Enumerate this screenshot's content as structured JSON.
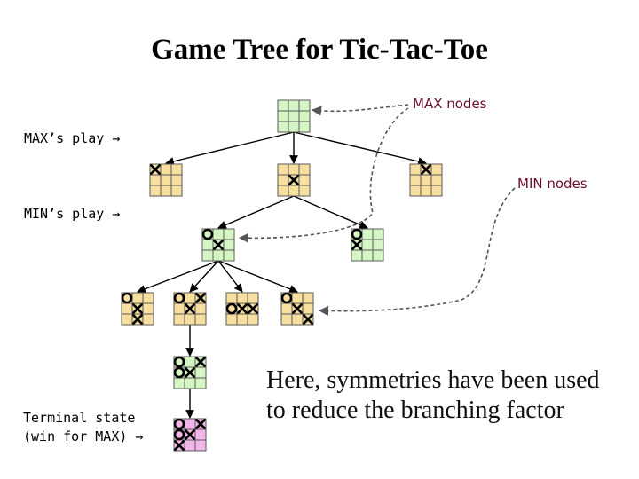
{
  "title": "Game Tree for Tic-Tac-Toe",
  "labels": {
    "max_play": "MAX’s play →",
    "min_play": "MIN’s play →",
    "terminal_line1": "Terminal state",
    "terminal_line2": "(win for MAX) →",
    "max_nodes": "MAX nodes",
    "min_nodes": "MIN nodes"
  },
  "footnote": "Here, symmetries have been used to reduce the branching factor",
  "colors": {
    "max_node_fill": "#d6f5c4",
    "min_node_fill": "#f7dfa0",
    "terminal_fill": "#f3b6ea",
    "annotation": "#6b0f2a"
  },
  "nodes": [
    {
      "id": "root",
      "type": "max",
      "marks": []
    },
    {
      "id": "m1",
      "type": "min",
      "marks": [
        {
          "r": 0,
          "c": 0,
          "p": "X"
        }
      ]
    },
    {
      "id": "m2",
      "type": "min",
      "marks": [
        {
          "r": 1,
          "c": 1,
          "p": "X"
        }
      ]
    },
    {
      "id": "m3",
      "type": "min",
      "marks": [
        {
          "r": 0,
          "c": 1,
          "p": "X"
        }
      ]
    },
    {
      "id": "n1",
      "type": "max",
      "marks": [
        {
          "r": 0,
          "c": 0,
          "p": "O"
        },
        {
          "r": 1,
          "c": 1,
          "p": "X"
        }
      ]
    },
    {
      "id": "n2",
      "type": "max",
      "marks": [
        {
          "r": 0,
          "c": 0,
          "p": "O"
        },
        {
          "r": 1,
          "c": 0,
          "p": "X"
        }
      ]
    },
    {
      "id": "p1",
      "type": "min",
      "marks": [
        {
          "r": 0,
          "c": 0,
          "p": "O"
        },
        {
          "r": 1,
          "c": 1,
          "p": "X"
        },
        {
          "r": 2,
          "c": 1,
          "p": "X"
        }
      ]
    },
    {
      "id": "p2",
      "type": "min",
      "marks": [
        {
          "r": 0,
          "c": 0,
          "p": "O"
        },
        {
          "r": 1,
          "c": 1,
          "p": "X"
        },
        {
          "r": 0,
          "c": 2,
          "p": "X"
        }
      ]
    },
    {
      "id": "p3",
      "type": "min",
      "marks": [
        {
          "r": 1,
          "c": 0,
          "p": "O"
        },
        {
          "r": 1,
          "c": 1,
          "p": "X"
        },
        {
          "r": 1,
          "c": 2,
          "p": "X"
        }
      ]
    },
    {
      "id": "p4",
      "type": "min",
      "marks": [
        {
          "r": 0,
          "c": 0,
          "p": "O"
        },
        {
          "r": 1,
          "c": 1,
          "p": "X"
        },
        {
          "r": 2,
          "c": 2,
          "p": "X"
        }
      ]
    },
    {
      "id": "q1",
      "type": "max",
      "marks": [
        {
          "r": 0,
          "c": 0,
          "p": "O"
        },
        {
          "r": 1,
          "c": 0,
          "p": "O"
        },
        {
          "r": 1,
          "c": 1,
          "p": "X"
        },
        {
          "r": 0,
          "c": 2,
          "p": "X"
        }
      ]
    },
    {
      "id": "t1",
      "type": "terminal",
      "marks": [
        {
          "r": 0,
          "c": 0,
          "p": "O"
        },
        {
          "r": 1,
          "c": 0,
          "p": "O"
        },
        {
          "r": 1,
          "c": 1,
          "p": "X"
        },
        {
          "r": 0,
          "c": 2,
          "p": "X"
        },
        {
          "r": 2,
          "c": 0,
          "p": "X"
        }
      ]
    }
  ],
  "edges": [
    [
      "root",
      "m1"
    ],
    [
      "root",
      "m2"
    ],
    [
      "root",
      "m3"
    ],
    [
      "m2",
      "n1"
    ],
    [
      "m2",
      "n2"
    ],
    [
      "n1",
      "p1"
    ],
    [
      "n1",
      "p2"
    ],
    [
      "n1",
      "p3"
    ],
    [
      "n1",
      "p4"
    ],
    [
      "p2",
      "q1"
    ],
    [
      "q1",
      "t1"
    ]
  ]
}
